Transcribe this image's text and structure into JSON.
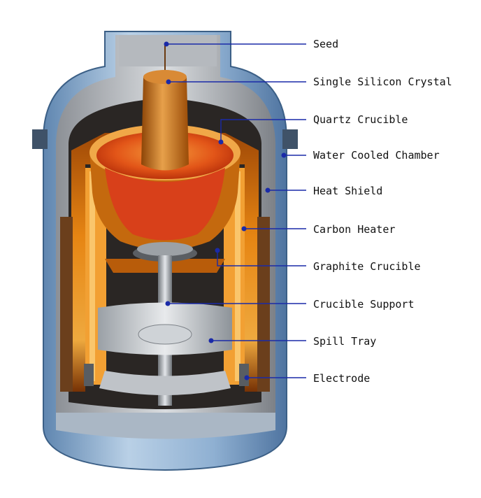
{
  "diagram": {
    "labels": [
      {
        "id": "seed",
        "text": "Seed"
      },
      {
        "id": "crystal",
        "text": "Single Silicon Crystal"
      },
      {
        "id": "quartz",
        "text": "Quartz Crucible"
      },
      {
        "id": "chamber",
        "text": "Water Cooled Chamber"
      },
      {
        "id": "shield",
        "text": "Heat Shield"
      },
      {
        "id": "heater",
        "text": "Carbon Heater"
      },
      {
        "id": "graphite",
        "text": "Graphite Crucible"
      },
      {
        "id": "support",
        "text": "Crucible Support"
      },
      {
        "id": "spill",
        "text": "Spill Tray"
      },
      {
        "id": "electrode",
        "text": "Electrode"
      }
    ],
    "colors": {
      "leader": "#1a2aa8",
      "chamber_outer": "#7fa3c8",
      "chamber_inner": "#c9cdd2",
      "heater": "#e07d10",
      "melt": "#d83a10",
      "crystal": "#c8701c"
    }
  }
}
